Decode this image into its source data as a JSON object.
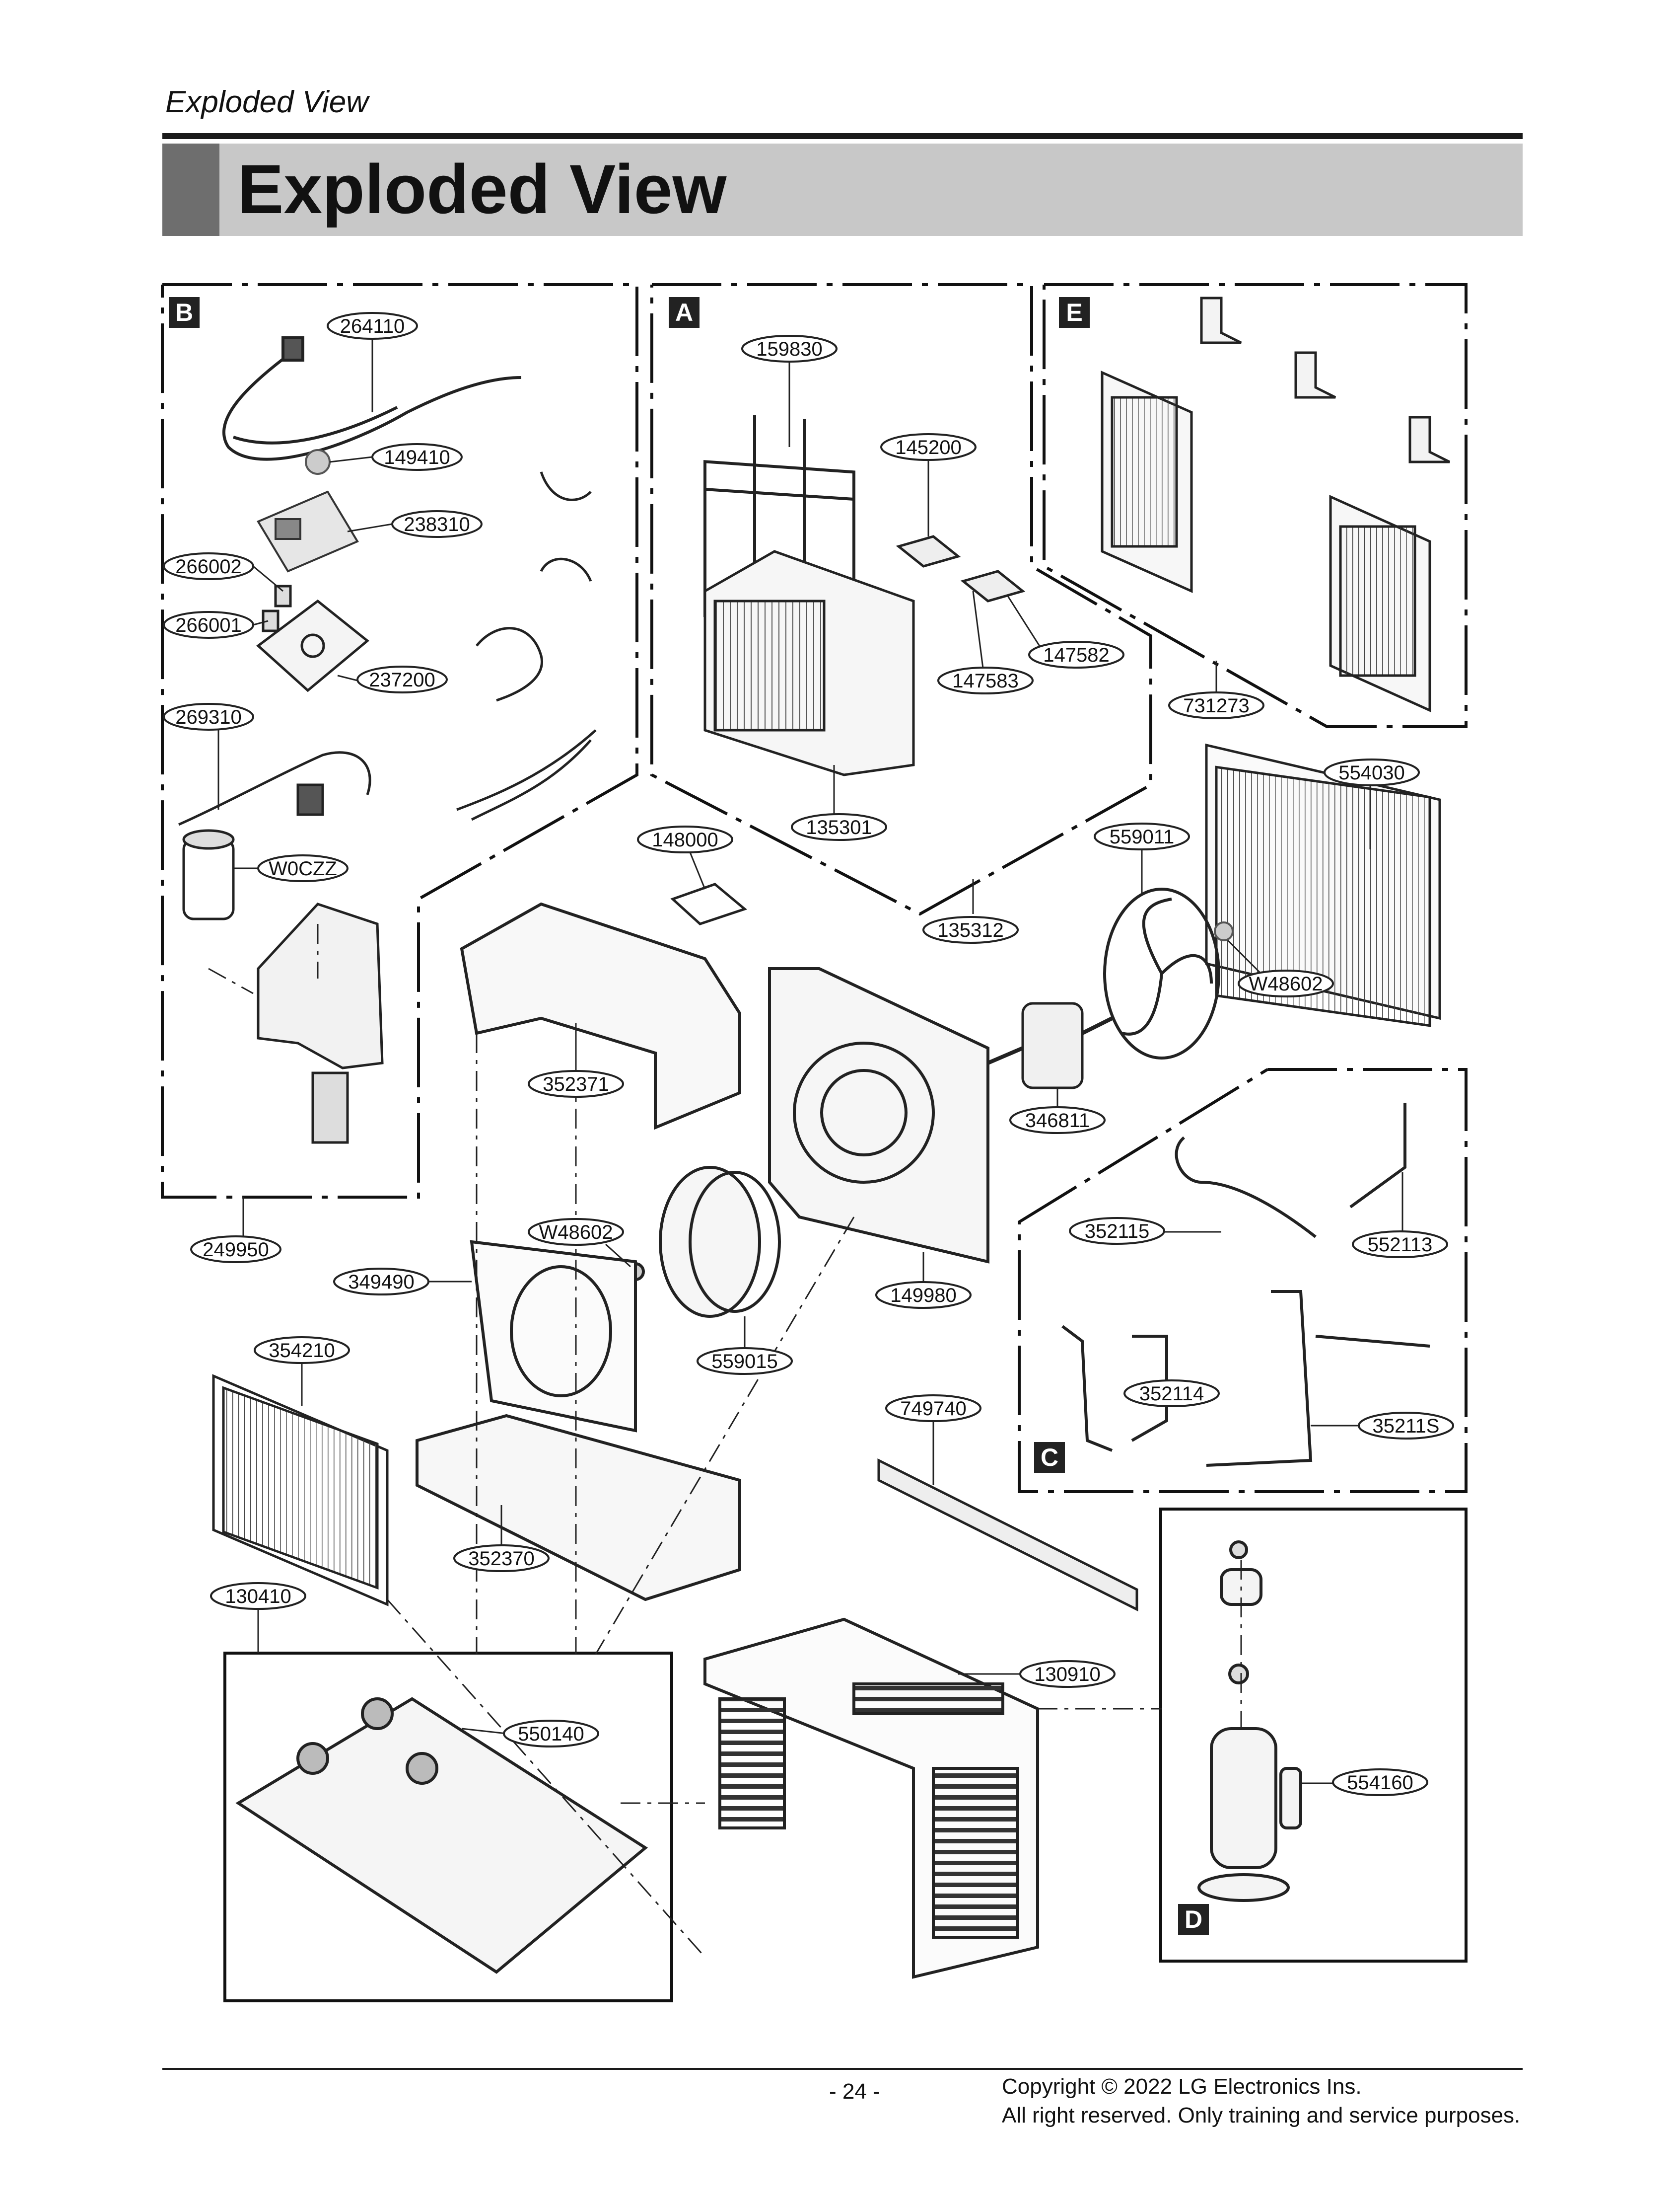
{
  "header": {
    "section_label": "Exploded View",
    "title": "Exploded View"
  },
  "boxes": {
    "a": "A",
    "b": "B",
    "c": "C",
    "d": "D",
    "e": "E"
  },
  "parts": {
    "p264110": "264110",
    "p149410": "149410",
    "p238310": "238310",
    "p266002": "266002",
    "p266001": "266001",
    "p237200": "237200",
    "p269310": "269310",
    "pW0CZZ": "W0CZZ",
    "p249950": "249950",
    "p159830": "159830",
    "p145200": "145200",
    "p147582": "147582",
    "p147583": "147583",
    "p135301": "135301",
    "p135312": "135312",
    "p148000": "148000",
    "p731273": "731273",
    "p554030": "554030",
    "p559011": "559011",
    "pW48602a": "W48602",
    "p352371": "352371",
    "p346811": "346811",
    "pW48602b": "W48602",
    "p349490": "349490",
    "p149980": "149980",
    "p559015": "559015",
    "p354210": "354210",
    "p352370": "352370",
    "p130410": "130410",
    "p749740": "749740",
    "p352115": "352115",
    "p552113": "552113",
    "p352114": "352114",
    "p35211S": "35211S",
    "p550140": "550140",
    "p130910": "130910",
    "p554160": "554160"
  },
  "footer": {
    "page_number": "- 24 -",
    "copyright_line1": "Copyright © 2022 LG Electronics Ins.",
    "copyright_line2": "All right reserved. Only training and service purposes."
  }
}
